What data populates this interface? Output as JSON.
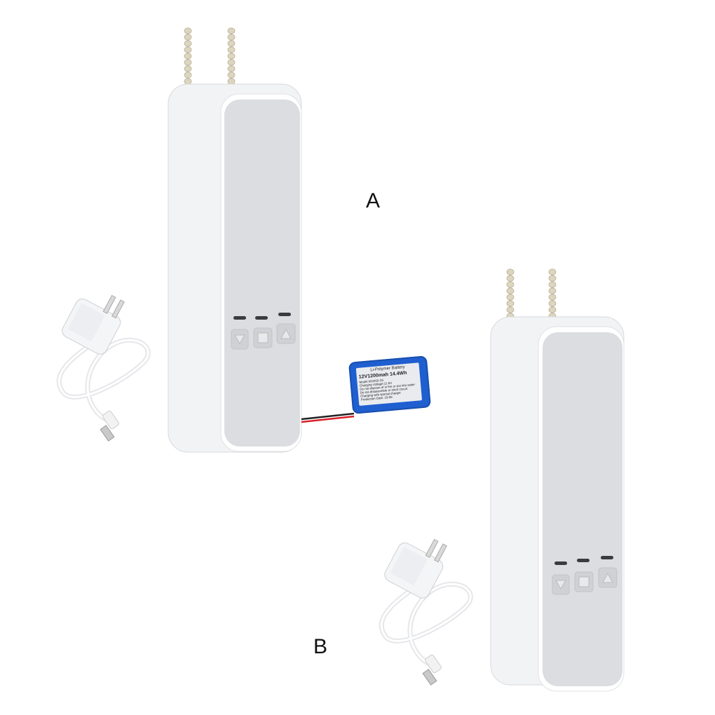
{
  "labels": {
    "a": "A",
    "b": "B"
  },
  "battery": {
    "title": "Li-Polymer Battery",
    "spec": "12V1200mah  14.4Wh",
    "lines": [
      "Model 603450-3S",
      "Charging Voltage:12.6V",
      "Do not dispose of in fire or put into water",
      "Do not disassemble or short circuit",
      "Charging with special charger",
      "Production Date: 19-08"
    ]
  },
  "colors": {
    "housing": "#f2f3f5",
    "front_panel": "#dcdde1",
    "chain": "#ddd6bf",
    "battery": "#1f5fd0"
  },
  "icons": [
    "down-arrow-button-icon",
    "stop-button-icon",
    "up-arrow-button-icon"
  ]
}
